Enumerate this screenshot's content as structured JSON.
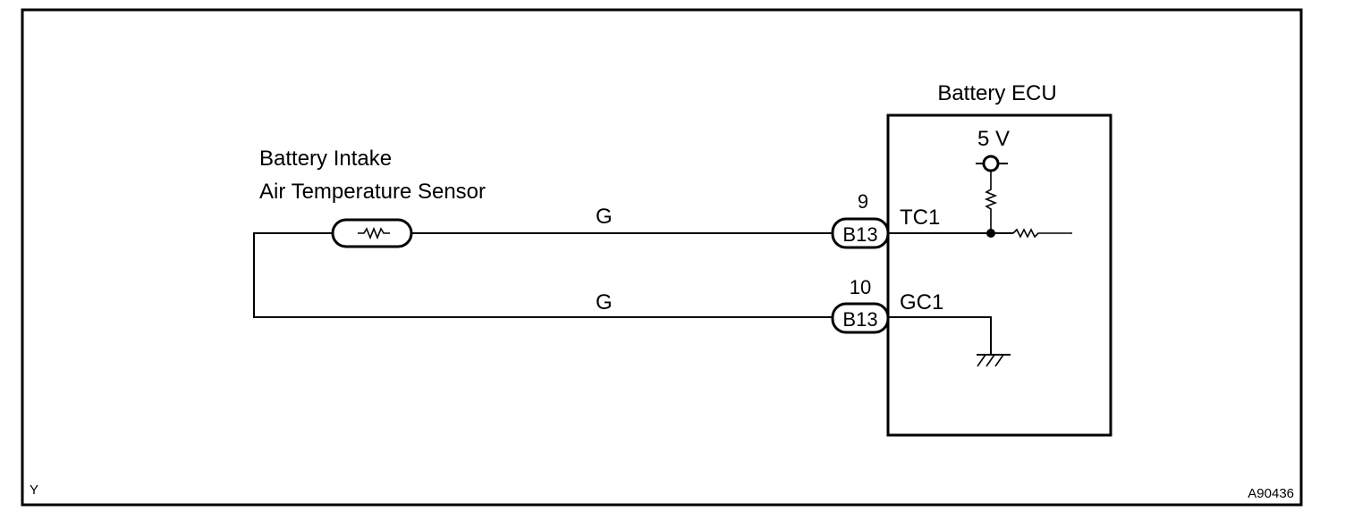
{
  "sensor": {
    "label_line1": "Battery Intake",
    "label_line2": "Air Temperature Sensor"
  },
  "wires": {
    "upper_color": "G",
    "lower_color": "G"
  },
  "connectors": {
    "upper": {
      "pin": "9",
      "code": "B13"
    },
    "lower": {
      "pin": "10",
      "code": "B13"
    }
  },
  "ecu": {
    "title": "Battery ECU",
    "supply_voltage": "5 V",
    "terminal_upper": "TC1",
    "terminal_lower": "GC1"
  },
  "corner_left": "Y",
  "figure_code": "A90436"
}
